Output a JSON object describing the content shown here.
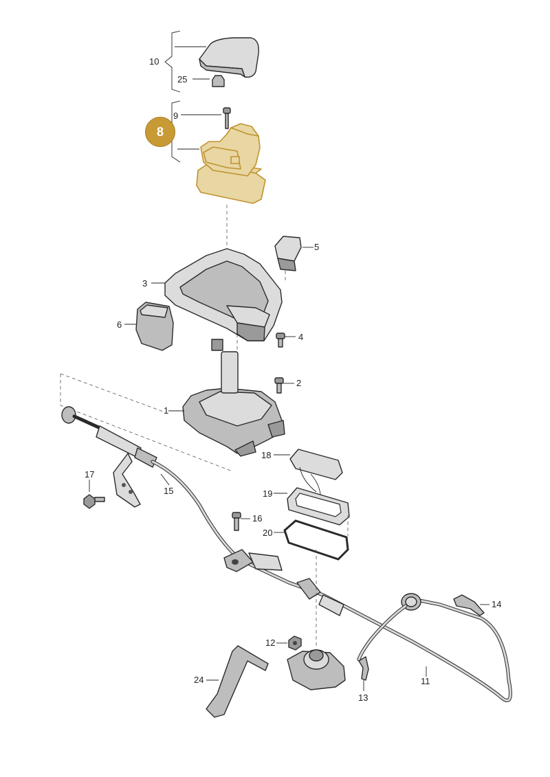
{
  "badge": {
    "label": "8",
    "color": "#c89a35"
  },
  "callouts": [
    {
      "id": "10",
      "label": "10"
    },
    {
      "id": "25",
      "label": "25"
    },
    {
      "id": "9",
      "label": "9"
    },
    {
      "id": "5",
      "label": "5"
    },
    {
      "id": "3",
      "label": "3"
    },
    {
      "id": "6",
      "label": "6"
    },
    {
      "id": "4",
      "label": "4"
    },
    {
      "id": "2",
      "label": "2"
    },
    {
      "id": "1",
      "label": "1"
    },
    {
      "id": "18",
      "label": "18"
    },
    {
      "id": "17",
      "label": "17"
    },
    {
      "id": "15",
      "label": "15"
    },
    {
      "id": "19",
      "label": "19"
    },
    {
      "id": "16",
      "label": "16"
    },
    {
      "id": "20",
      "label": "20"
    },
    {
      "id": "14",
      "label": "14"
    },
    {
      "id": "12",
      "label": "12"
    },
    {
      "id": "24",
      "label": "24"
    },
    {
      "id": "11",
      "label": "11"
    },
    {
      "id": "13",
      "label": "13"
    }
  ],
  "colors": {
    "highlight": "#e8d6a3",
    "highlight_outline": "#c0922c"
  }
}
